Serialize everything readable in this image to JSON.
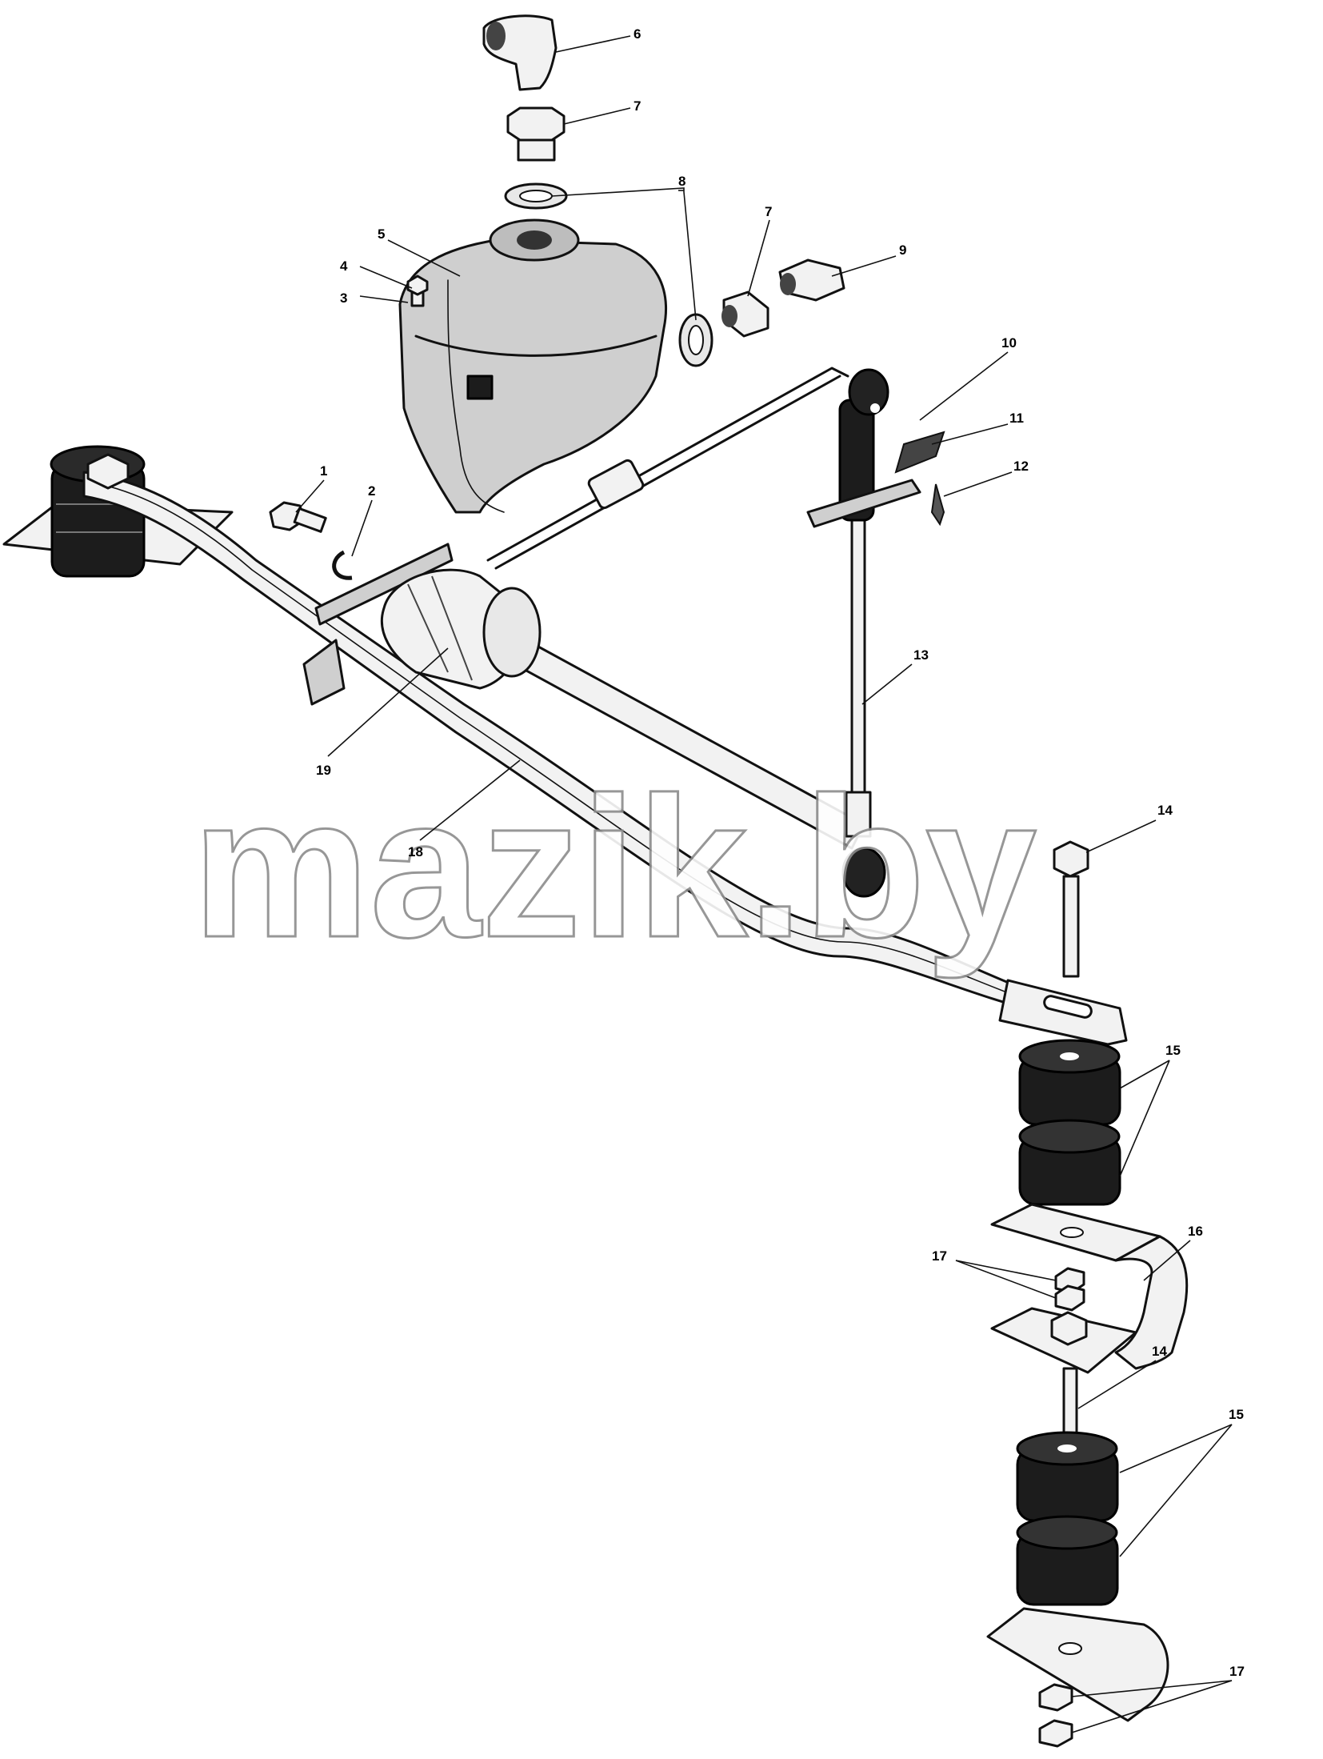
{
  "watermark": "mazik.by",
  "callouts": [
    {
      "id": "c1",
      "label": "1"
    },
    {
      "id": "c2",
      "label": "2"
    },
    {
      "id": "c3",
      "label": "3"
    },
    {
      "id": "c4",
      "label": "4"
    },
    {
      "id": "c5",
      "label": "5"
    },
    {
      "id": "c6",
      "label": "6"
    },
    {
      "id": "c7a",
      "label": "7"
    },
    {
      "id": "c7b",
      "label": "7"
    },
    {
      "id": "c8",
      "label": "8"
    },
    {
      "id": "c9",
      "label": "9"
    },
    {
      "id": "c10",
      "label": "10"
    },
    {
      "id": "c11",
      "label": "11"
    },
    {
      "id": "c12",
      "label": "12"
    },
    {
      "id": "c13",
      "label": "13"
    },
    {
      "id": "c14a",
      "label": "14"
    },
    {
      "id": "c14b",
      "label": "14"
    },
    {
      "id": "c15a",
      "label": "15"
    },
    {
      "id": "c15b",
      "label": "15"
    },
    {
      "id": "c16",
      "label": "16"
    },
    {
      "id": "c17a",
      "label": "17"
    },
    {
      "id": "c17b",
      "label": "17"
    },
    {
      "id": "c18",
      "label": "18"
    },
    {
      "id": "c19",
      "label": "19"
    }
  ]
}
